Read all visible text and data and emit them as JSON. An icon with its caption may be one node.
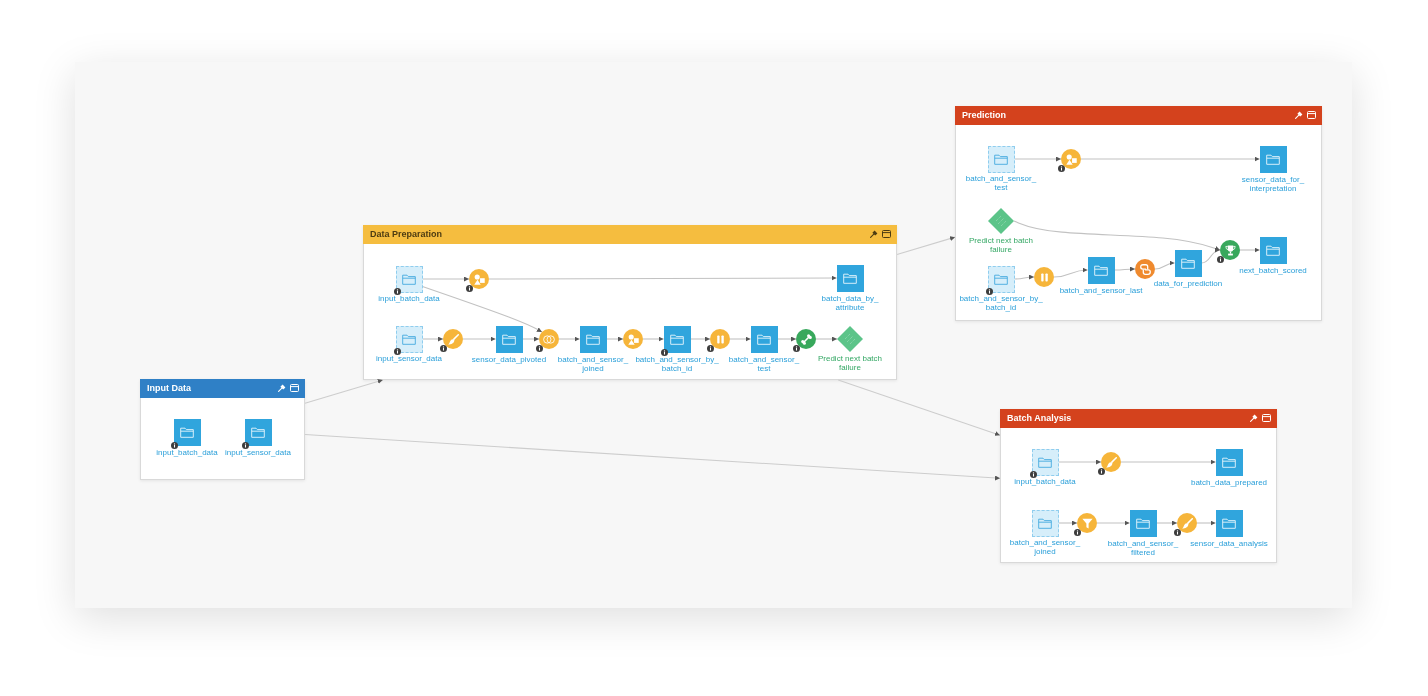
{
  "diagram": {
    "nodes": [
      {
        "text": [
          "Input Data"
        ]
      },
      {
        "text": [
          "input_batch_data"
        ],
        "in": 0
      },
      {
        "text": [
          "input_sensor_data"
        ],
        "in": 0
      },
      {
        "text": [
          "Data Preparation"
        ]
      },
      {
        "text": [
          "input_batch_data"
        ],
        "in": 3
      },
      {
        "text": [],
        "shape": "circle",
        "in": 3
      },
      {
        "text": [
          "batch_data_by_attribute"
        ],
        "in": 3
      },
      {
        "text": [
          "input_sensor_data"
        ],
        "in": 3
      },
      {
        "text": [],
        "shape": "circle",
        "in": 3
      },
      {
        "text": [
          "sensor_data_pivoted"
        ],
        "in": 3
      },
      {
        "text": [],
        "shape": "circle",
        "in": 3
      },
      {
        "text": [
          "batch_and_sensor_joined"
        ],
        "in": 3
      },
      {
        "text": [],
        "shape": "circle",
        "in": 3
      },
      {
        "text": [
          "batch_and_sensor_by_batch_id"
        ],
        "in": 3
      },
      {
        "text": [],
        "shape": "circle",
        "in": 3
      },
      {
        "text": [
          "batch_and_sensor_test"
        ],
        "in": 3
      },
      {
        "text": [],
        "shape": "circle",
        "in": 3
      },
      {
        "text": [
          "Predict next batch failure"
        ],
        "in": 3
      },
      {
        "text": [
          "Prediction"
        ]
      },
      {
        "text": [
          "batch_and_sensor_test"
        ],
        "in": 18
      },
      {
        "text": [],
        "shape": "circle",
        "in": 18
      },
      {
        "text": [
          "sensor_data_for_interpretation"
        ],
        "in": 18
      },
      {
        "text": [
          "Predict next batch failure"
        ],
        "in": 18
      },
      {
        "text": [
          "batch_and_sensor_by_batch_id"
        ],
        "in": 18
      },
      {
        "text": [],
        "shape": "circle",
        "in": 18
      },
      {
        "text": [
          "batch_and_sensor_last"
        ],
        "in": 18
      },
      {
        "text": [],
        "shape": "circle",
        "in": 18
      },
      {
        "text": [
          "data_for_prediction"
        ],
        "in": 18
      },
      {
        "text": [],
        "shape": "circle",
        "in": 18
      },
      {
        "text": [
          "next_batch_scored"
        ],
        "in": 18
      },
      {
        "text": [
          "Batch Analysis"
        ]
      },
      {
        "text": [
          "input_batch_data"
        ],
        "in": 30
      },
      {
        "text": [],
        "shape": "circle",
        "in": 30
      },
      {
        "text": [
          "batch_data_prepared"
        ],
        "in": 30
      },
      {
        "text": [
          "batch_and_sensor_joined"
        ],
        "in": 30
      },
      {
        "text": [],
        "shape": "circle",
        "in": 30
      },
      {
        "text": [
          "batch_and_sensor_filtered"
        ],
        "in": 30
      },
      {
        "text": [],
        "shape": "circle",
        "in": 30
      },
      {
        "text": [
          "sensor_data_analysis"
        ],
        "in": 30
      }
    ],
    "edges": [
      {
        "from": 0,
        "to": 3,
        "arrow": "to"
      },
      {
        "from": 0,
        "to": 30,
        "arrow": "to"
      },
      {
        "from": 3,
        "to": 18,
        "arrow": "to"
      },
      {
        "from": 3,
        "to": 30,
        "arrow": "to"
      },
      {
        "from": 4,
        "to": 5,
        "arrow": "to"
      },
      {
        "from": 5,
        "to": 6,
        "arrow": "to"
      },
      {
        "from": 4,
        "to": 10,
        "arrow": "to"
      },
      {
        "from": 7,
        "to": 8,
        "arrow": "to"
      },
      {
        "from": 8,
        "to": 9,
        "arrow": "to"
      },
      {
        "from": 9,
        "to": 10,
        "arrow": "to"
      },
      {
        "from": 10,
        "to": 11,
        "arrow": "to"
      },
      {
        "from": 11,
        "to": 12,
        "arrow": "to"
      },
      {
        "from": 12,
        "to": 13,
        "arrow": "to"
      },
      {
        "from": 13,
        "to": 14,
        "arrow": "to"
      },
      {
        "from": 14,
        "to": 15,
        "arrow": "to"
      },
      {
        "from": 15,
        "to": 16,
        "arrow": "to"
      },
      {
        "from": 16,
        "to": 17,
        "arrow": "to"
      },
      {
        "from": 19,
        "to": 20,
        "arrow": "to"
      },
      {
        "from": 20,
        "to": 21,
        "arrow": "to"
      },
      {
        "from": 22,
        "to": 28,
        "arrow": "to"
      },
      {
        "from": 23,
        "to": 24,
        "arrow": "to"
      },
      {
        "from": 24,
        "to": 25,
        "arrow": "to"
      },
      {
        "from": 25,
        "to": 26,
        "arrow": "to"
      },
      {
        "from": 26,
        "to": 27,
        "arrow": "to"
      },
      {
        "from": 27,
        "to": 28,
        "arrow": "to"
      },
      {
        "from": 28,
        "to": 29,
        "arrow": "to"
      },
      {
        "from": 31,
        "to": 32,
        "arrow": "to"
      },
      {
        "from": 32,
        "to": 33,
        "arrow": "to"
      },
      {
        "from": 34,
        "to": 35,
        "arrow": "to"
      },
      {
        "from": 35,
        "to": 36,
        "arrow": "to"
      },
      {
        "from": 36,
        "to": 37,
        "arrow": "to"
      },
      {
        "from": 37,
        "to": 38,
        "arrow": "to"
      }
    ]
  }
}
